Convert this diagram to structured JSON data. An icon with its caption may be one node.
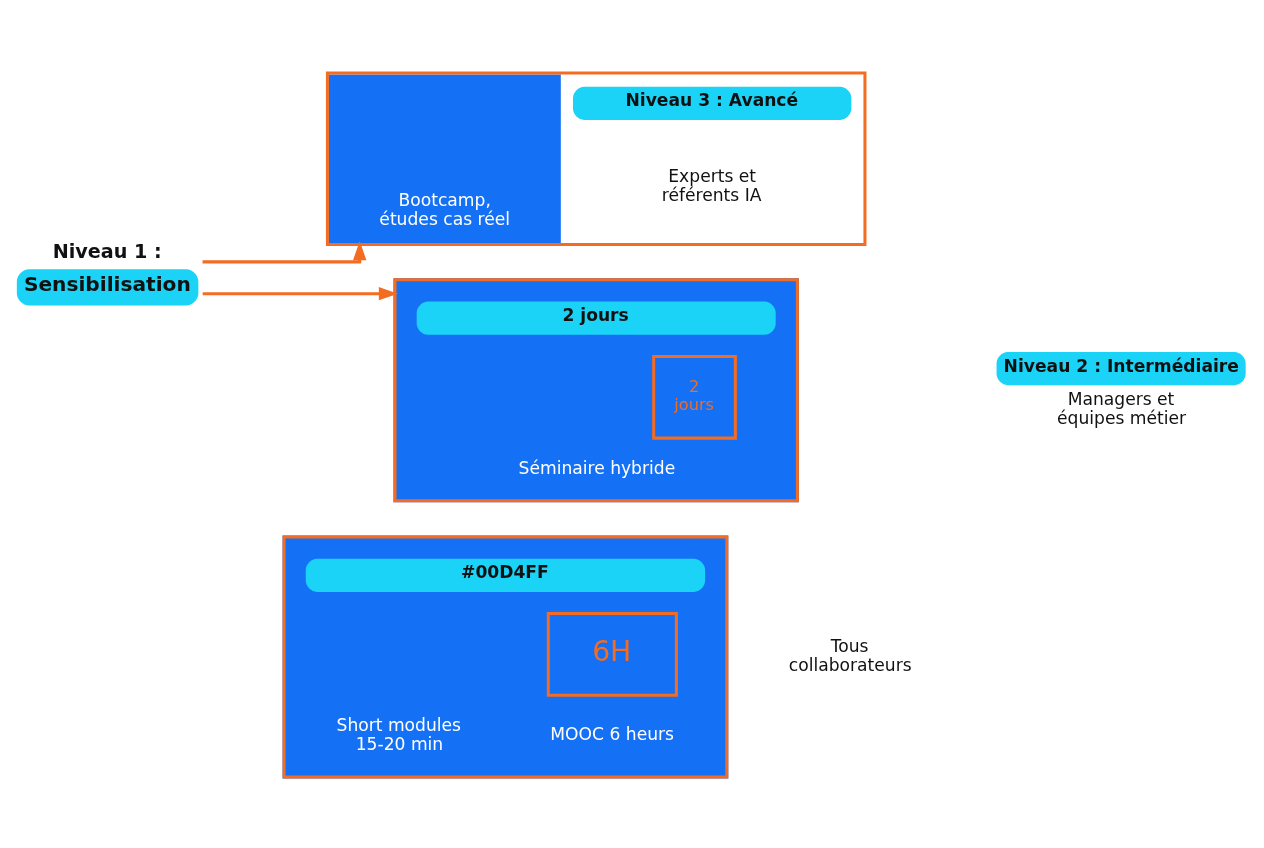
{
  "diagram": {
    "nodes": [
      {
        "text": [
          "Niveau 3 : Avancé",
          "Bootcamp, études cas réel",
          "Experts et référents IA"
        ]
      },
      {
        "text": [
          "2 jours",
          "2 jours",
          "Séminaire hybride"
        ]
      },
      {
        "text": [
          "Niveau 2 : Intermédiaire"
        ],
        "beside": [
          "Managers et équipes métier"
        ]
      },
      {
        "text": [
          "#00D4FF",
          "6H",
          "Short modules 15-20 min",
          "MOOC 6 heurs"
        ],
        "beside": [
          "Tous collaborateurs"
        ]
      },
      {
        "text": [
          "Niveau 1 :",
          "Sensibilisation"
        ]
      }
    ],
    "edges": [
      {
        "from": 4,
        "to": 1,
        "arrow": "to"
      },
      {
        "from": 4,
        "to": 0,
        "arrow": "to"
      }
    ]
  }
}
